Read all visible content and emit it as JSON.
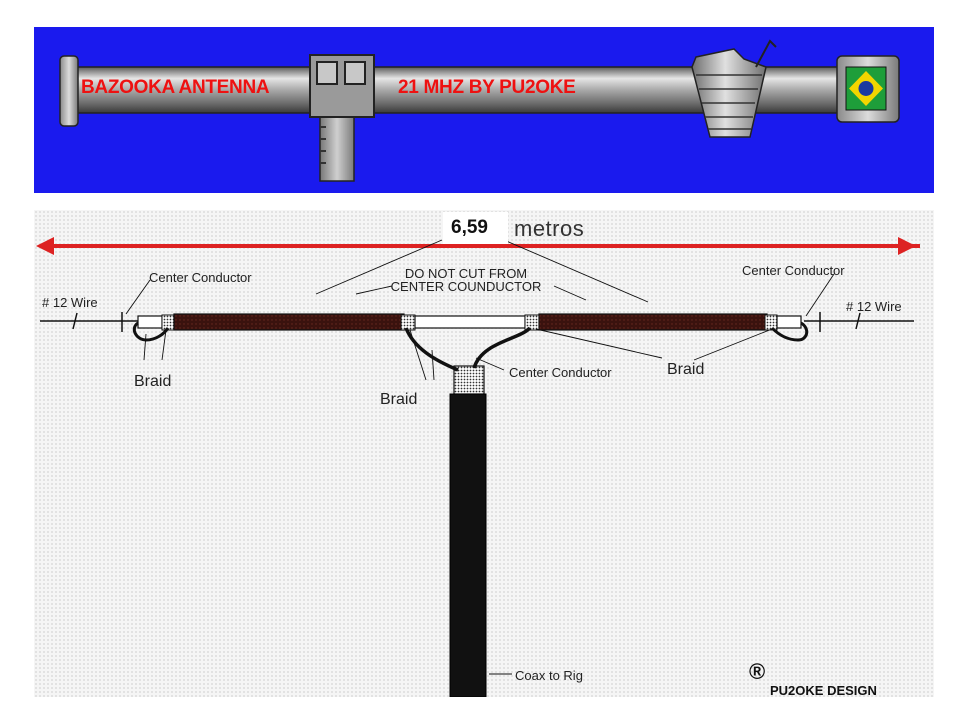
{
  "banner": {
    "title_left": "BAZOOKA ANTENNA",
    "title_right": "21  MHZ  BY  PU2OKE",
    "background_color": "#1a1aee",
    "title_color": "#ee1111",
    "flag_icon": "brazil-flag-icon"
  },
  "dimension": {
    "value": "6,59",
    "unit": "metros",
    "arrow_color": "#dd2222"
  },
  "labels": {
    "wire_left": "# 12 Wire",
    "wire_right": "# 12 Wire",
    "center_conductor_left": "Center Conductor",
    "center_conductor_right": "Center Conductor",
    "center_conductor_middle": "Center Conductor",
    "do_not_cut_line1": "DO NOT CUT FROM",
    "do_not_cut_line2": "CENTER COUNDUCTOR",
    "braid_left": "Braid",
    "braid_middle": "Braid",
    "braid_right": "Braid",
    "coax_to_rig": "Coax to Rig"
  },
  "footer": {
    "registered_mark": "®",
    "designer": "PU2OKE DESIGN"
  }
}
